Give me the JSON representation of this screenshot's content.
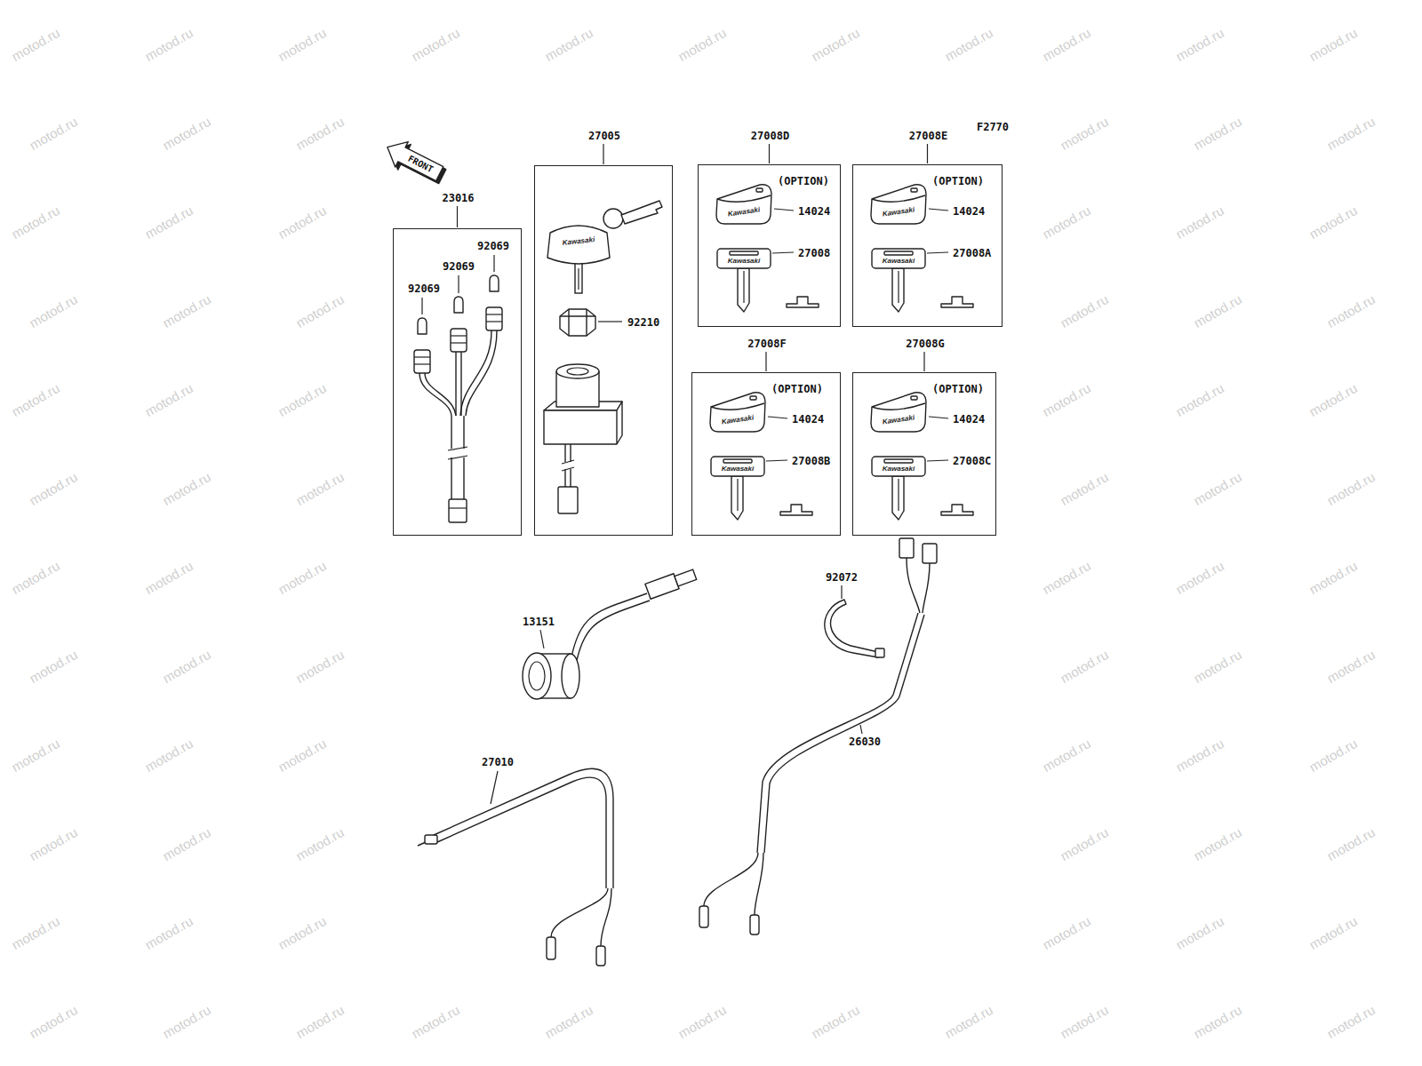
{
  "diagram": {
    "nodes": [
      {
        "text": [
          "23016",
          "92069",
          "92069",
          "92069"
        ]
      },
      {
        "text": [
          "27005",
          "92210"
        ]
      },
      {
        "text": [
          "27008D",
          "(OPTION)",
          "14024",
          "27008"
        ]
      },
      {
        "text": [
          "27008E",
          "(OPTION)",
          "14024",
          "27008A"
        ]
      },
      {
        "text": [
          "27008F",
          "(OPTION)",
          "14024",
          "27008B"
        ]
      },
      {
        "text": [
          "27008G",
          "(OPTION)",
          "14024",
          "27008C"
        ]
      }
    ],
    "labels": [
      "FRONT",
      "F2770",
      "Kawasaki",
      "Kawasaki",
      "Kawasaki",
      "Kawasaki",
      "Kawasaki",
      "Kawasaki",
      "Kawasaki",
      "Kawasaki",
      "Kawasaki",
      "13151",
      "92072",
      "27010",
      "26030",
      "motod.ru",
      "motod.ru",
      "motod.ru",
      "motod.ru",
      "motod.ru",
      "motod.ru",
      "motod.ru",
      "motod.ru",
      "motod.ru",
      "motod.ru",
      "motod.ru",
      "motod.ru",
      "motod.ru",
      "motod.ru",
      "motod.ru",
      "motod.ru",
      "motod.ru",
      "motod.ru",
      "motod.ru",
      "motod.ru",
      "motod.ru",
      "motod.ru",
      "motod.ru",
      "motod.ru",
      "motod.ru",
      "motod.ru",
      "motod.ru",
      "motod.ru",
      "motod.ru",
      "motod.ru",
      "motod.ru",
      "motod.ru",
      "motod.ru",
      "motod.ru",
      "motod.ru",
      "motod.ru",
      "motod.ru",
      "motod.ru",
      "motod.ru",
      "motod.ru",
      "motod.ru",
      "motod.ru",
      "motod.ru",
      "motod.ru",
      "motod.ru",
      "motod.ru",
      "motod.ru",
      "motod.ru",
      "motod.ru",
      "motod.ru",
      "motod.ru",
      "motod.ru",
      "motod.ru",
      "motod.ru",
      "motod.ru",
      "motod.ru",
      "motod.ru",
      "motod.ru",
      "motod.ru",
      "motod.ru",
      "motod.ru",
      "motod.ru",
      "motod.ru",
      "motod.ru",
      "motod.ru",
      "motod.ru",
      "motod.ru",
      "motod.ru",
      "motod.ru",
      "motod.ru",
      "motod.ru",
      "motod.ru",
      "motod.ru",
      "motod.ru",
      "motod.ru",
      "motod.ru",
      "motod.ru",
      "motod.ru",
      "motod.ru",
      "motod.ru",
      "motod.ru",
      "motod.ru"
    ]
  }
}
